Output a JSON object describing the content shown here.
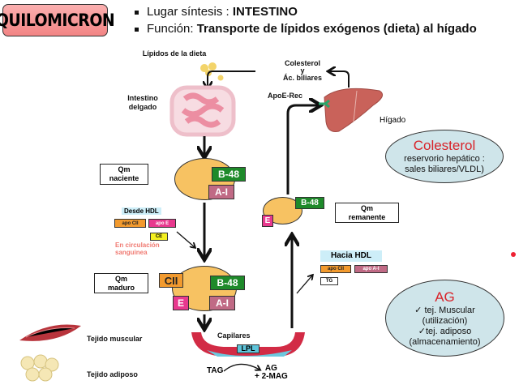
{
  "title": "QUILOMICRON",
  "bullets": [
    {
      "label": "Lugar síntesis : ",
      "value": "INTESTINO"
    },
    {
      "label": "Función: ",
      "value": "Transporte de lípidos exógenos (dieta) al  hígado"
    }
  ],
  "diagram": {
    "dietary_lipids": "Lípidos de la dieta",
    "intestine": [
      "Intestino",
      "delgado"
    ],
    "cholesterol_bile": [
      "Colesterol",
      "y",
      "Ác. biliares"
    ],
    "apoe_receptor": "ApoE-Rec",
    "liver": "Hígado",
    "qm_nascent": [
      "Qm",
      "naciente"
    ],
    "qm_mature": [
      "Qm",
      "maduro"
    ],
    "qm_remnant": [
      "Qm",
      "remanente"
    ],
    "apo_labels": {
      "b48": "B-48",
      "ai": "A-I",
      "cii": "CII",
      "e": "E"
    },
    "from_hdl": {
      "title": "Desde HDL",
      "apo_cii": "apo CII",
      "apo_e": "apo E",
      "ce": "CE"
    },
    "circulation": [
      "En circulación",
      "sanguinea"
    ],
    "to_hdl": {
      "title": "Hacia HDL",
      "apo_cii": "apo CII",
      "apo_ai": "apo A-I",
      "tg": "TG"
    },
    "capillaries": "Capilares",
    "lpl": "LPL",
    "tag": "TAG",
    "ag": [
      "AG",
      "+ 2-MAG"
    ],
    "muscle": "Tejido muscular",
    "adipose": "Tejido adiposo"
  },
  "notes": {
    "cholesterol": {
      "title": "Colesterol",
      "lines": [
        "reservorio hepático :",
        "sales biliares/VLDL)"
      ]
    },
    "ag": {
      "title": "AG",
      "lines": [
        "✓    tej. Muscular",
        "(utilización)",
        "✓tej. adiposo",
        "(almacenamiento)"
      ]
    }
  },
  "colors": {
    "title_bg": "#f28484",
    "b48": "#1e8a2a",
    "apo_ai": "#c06a85",
    "apo_e": "#e8398e",
    "apo_cii": "#f29a2e",
    "particle": "#f7c262",
    "note_bg": "#cfe5ea",
    "note_title": "#d8232a"
  }
}
